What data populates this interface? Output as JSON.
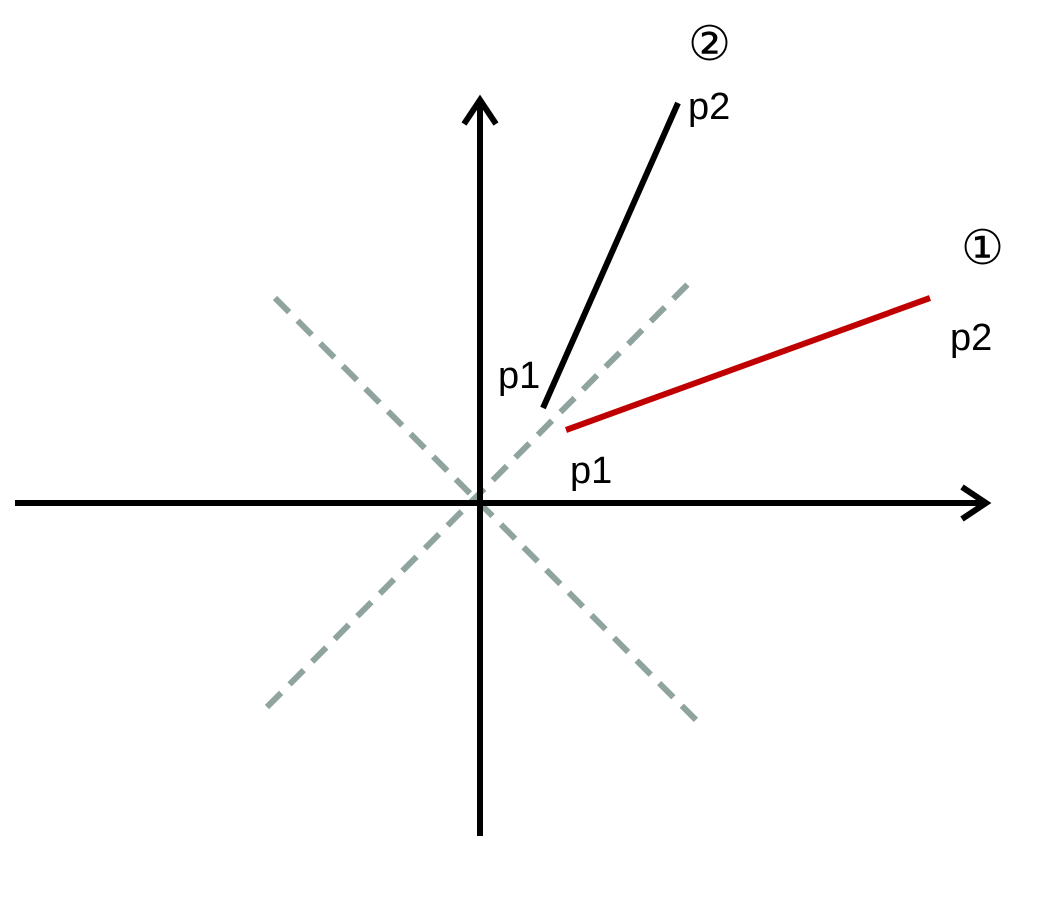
{
  "colors": {
    "axis": "#000000",
    "line_1": "#c00000",
    "line_2": "#000000",
    "diagonal_guides": "#8fa39f",
    "background": "#ffffff"
  },
  "lines": [
    {
      "id": "1",
      "marker": "①",
      "p1_label": "p1",
      "p2_label": "p2",
      "color": "#c00000"
    },
    {
      "id": "2",
      "marker": "②",
      "p1_label": "p1",
      "p2_label": "p2",
      "color": "#000000"
    }
  ],
  "guides": {
    "style": "dashed",
    "count": 2
  },
  "axes": {
    "arrows": [
      "x-positive",
      "y-positive"
    ]
  }
}
